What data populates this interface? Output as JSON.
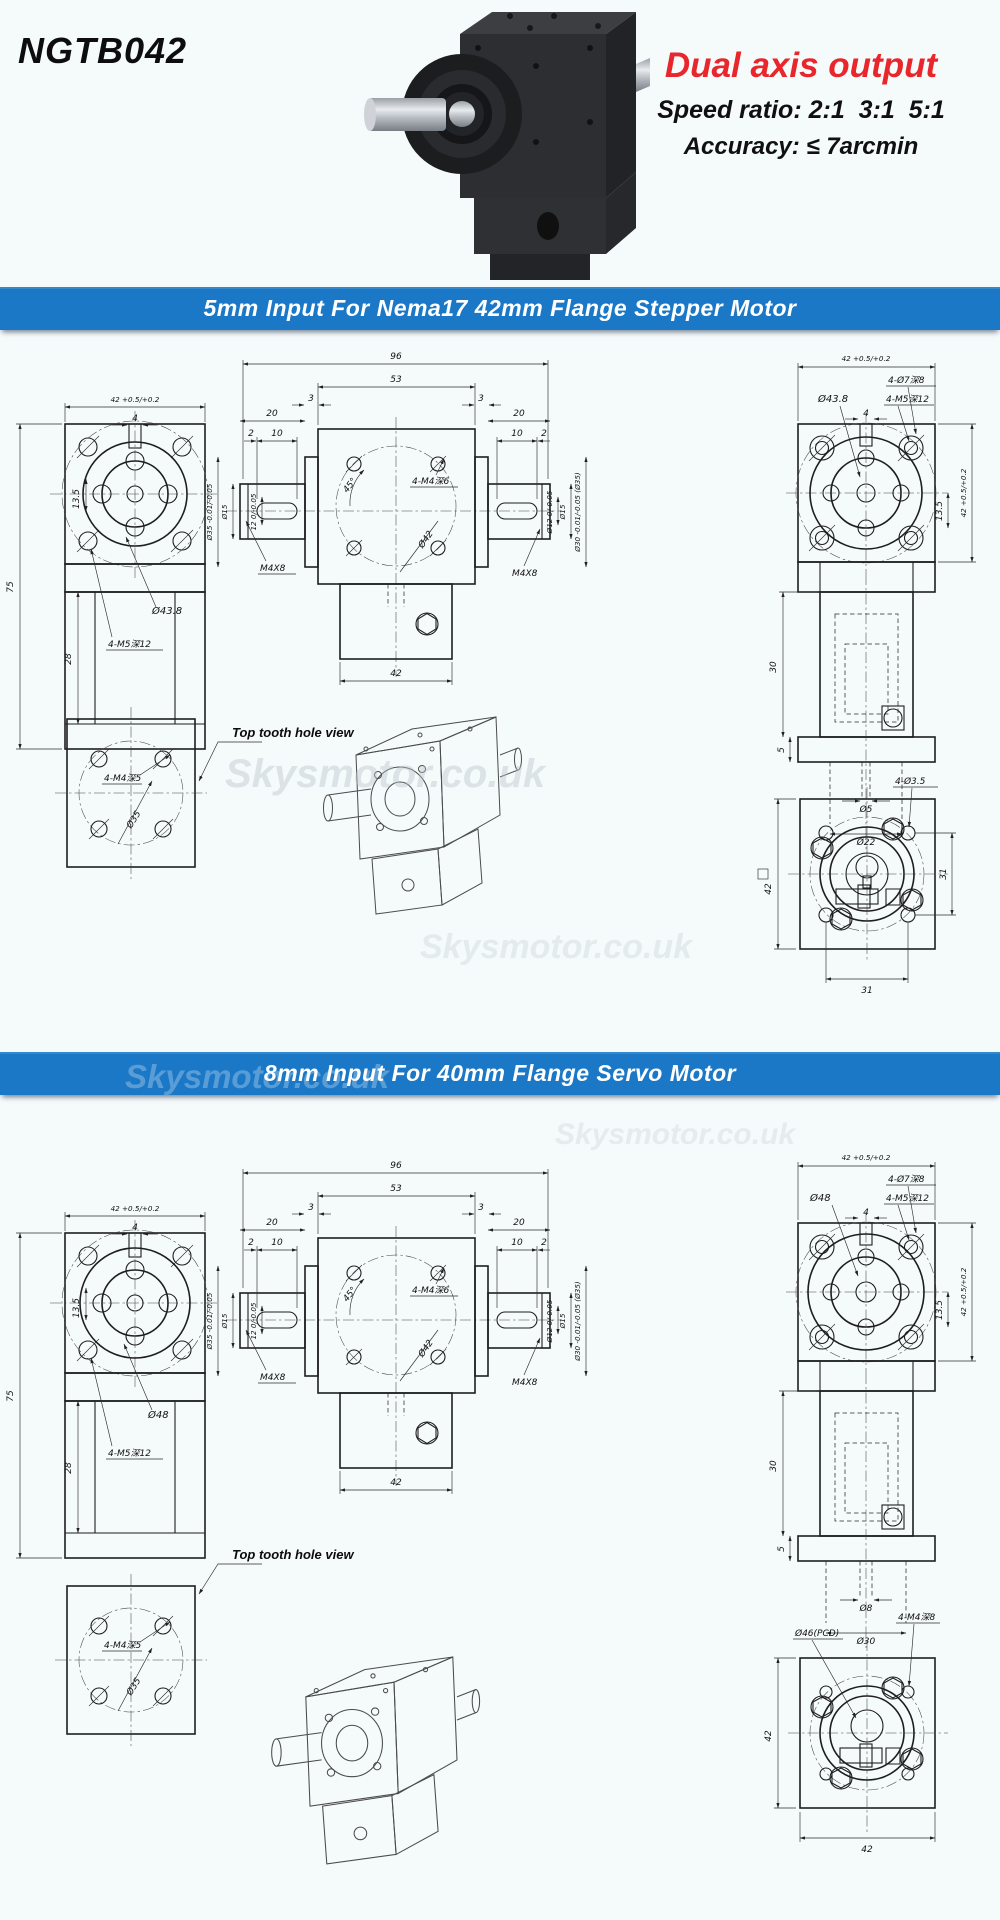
{
  "colors": {
    "page_bg": "#f5fafb",
    "banner_bg": "#1b78c6",
    "accent_red": "#e8262b",
    "drawing_line": "#1e1e1e"
  },
  "header": {
    "model": "NGTB042",
    "highlight": "Dual axis output",
    "speed_ratio": "Speed ratio: 2:1  3:1  5:1",
    "accuracy": "Accuracy: ≤ 7arcmin"
  },
  "watermark": "Skysmotor.co.uk",
  "sections": [
    {
      "banner": "5mm Input For Nema17 42mm Flange Stepper Motor",
      "front": {
        "width": "42 +0.5/+0.2",
        "slot": "4",
        "pitch": "13.5",
        "height": "75",
        "depth": "28",
        "bore": "Ø43.8",
        "taps": "4-M5深12"
      },
      "plate": {
        "taps": "4-M4深5",
        "pcd": "Ø35",
        "caption": "Top tooth hole view"
      },
      "mid": {
        "total": "96",
        "body": "53",
        "gap_l": "3",
        "gap_r": "3",
        "shaft_l": "20",
        "shaft_r": "20",
        "key_off_l": "2",
        "key_len_l": "10",
        "key_len_r": "10",
        "key_off_r": "2",
        "pilot_l": "Ø35 -0.01/-0.05",
        "shaft_dia_l": "Ø15",
        "key_h": "12 0/-0.05",
        "tap_l": "M4X8",
        "tap_r": "M4X8",
        "angle": "45°",
        "taps": "4-M4深6",
        "pcd": "Ø42",
        "shaft_dia_r2": "Ø12 0/-0.05",
        "shaft_dia_r": "Ø15",
        "pilot_r": "Ø30 -0.01/-0.05 (Ø35)",
        "base": "42"
      },
      "right": {
        "width": "42 +0.5/+0.2",
        "cbores": "4-Ø7深8",
        "bore": "Ø43.8",
        "taps": "4-M5深12",
        "slot": "4",
        "pitch": "13.5",
        "height": "42 +0.5/+0.2",
        "body_h": "30",
        "flange_t": "5",
        "shaft": "Ø5",
        "hub": "Ø22"
      },
      "bottom": {
        "holes": "4-Ø3.5",
        "size": "42",
        "pitch_v": "31",
        "pitch_h": "31"
      }
    },
    {
      "banner": "8mm Input For 40mm Flange Servo Motor",
      "front": {
        "width": "42 +0.5/+0.2",
        "slot": "4",
        "pitch": "13.5",
        "height": "75",
        "depth": "28",
        "bore": "Ø48",
        "taps": "4-M5深12"
      },
      "plate": {
        "taps": "4-M4深5",
        "pcd": "Ø35",
        "caption": "Top tooth hole view"
      },
      "mid": {
        "total": "96",
        "body": "53",
        "gap_l": "3",
        "gap_r": "3",
        "shaft_l": "20",
        "shaft_r": "20",
        "key_off_l": "2",
        "key_len_l": "10",
        "key_len_r": "10",
        "key_off_r": "2",
        "pilot_l": "Ø35 -0.01/-0.05",
        "shaft_dia_l": "Ø15",
        "key_h": "12 0/-0.05",
        "tap_l": "M4X8",
        "tap_r": "M4X8",
        "angle": "45°",
        "taps": "4-M4深6",
        "pcd": "Ø42",
        "shaft_dia_r2": "Ø12 0/-0.05",
        "shaft_dia_r": "Ø15",
        "pilot_r": "Ø30 -0.01/-0.05 (Ø35)",
        "base": "42"
      },
      "right": {
        "width": "42 +0.5/+0.2",
        "cbores": "4-Ø7深8",
        "bore": "Ø48",
        "taps": "4-M5深12",
        "slot": "4",
        "pitch": "13.5",
        "height": "42 +0.5/+0.2",
        "body_h": "30",
        "flange_t": "5",
        "shaft": "Ø8",
        "hub": "Ø30"
      },
      "bottom": {
        "pcd_label": "Ø46(PCD)",
        "taps": "4-M4深8",
        "size": "42",
        "width_b": "42"
      }
    }
  ]
}
